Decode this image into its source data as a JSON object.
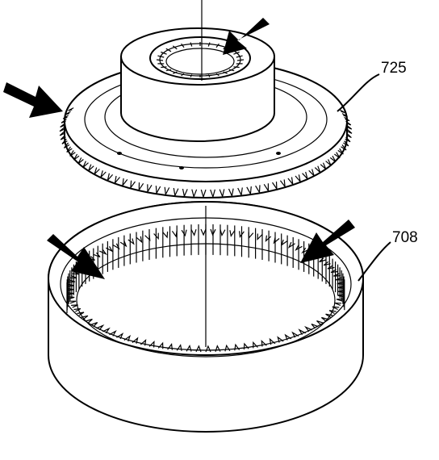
{
  "figure": {
    "callouts": {
      "upper_part": "725",
      "lower_part": "708"
    },
    "colors": {
      "ink": "#000000",
      "paper": "#ffffff"
    },
    "icons": {
      "arrow": "solid-black-arrow",
      "gear_tooth": "spline-tooth"
    }
  }
}
